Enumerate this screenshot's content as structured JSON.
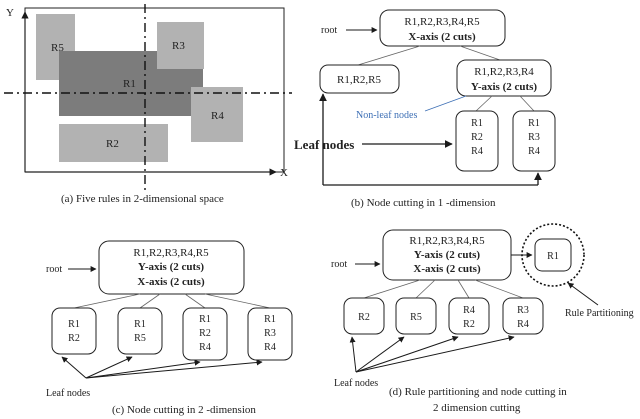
{
  "panel_a": {
    "axis_y": "Y",
    "axis_x": "X",
    "rules": [
      "R5",
      "R3",
      "R1",
      "R4",
      "R2"
    ],
    "caption": "(a) Five rules in  2-dimensional space"
  },
  "panel_b": {
    "root_label": "root",
    "root_rules": "R1,R2,R3,R4,R5",
    "root_cut": "X-axis (2 cuts)",
    "left_node": "R1,R2,R5",
    "right_rules": "R1,R2,R3,R4",
    "right_cut": "Y-axis (2 cuts)",
    "nonleaf_label": "Non-leaf nodes",
    "leaf_label": "Leaf nodes",
    "leaf1": [
      "R1",
      "R2",
      "R4"
    ],
    "leaf2": [
      "R1",
      "R3",
      "R4"
    ],
    "caption": "(b) Node cutting in 1 -dimension"
  },
  "panel_c": {
    "root_label": "root",
    "root_rules": "R1,R2,R3,R4,R5",
    "cut1": "Y-axis (2 cuts)",
    "cut2": "X-axis (2 cuts)",
    "leaves": [
      [
        "R1",
        "R2"
      ],
      [
        "R1",
        "R5"
      ],
      [
        "R1",
        "R2",
        "R4"
      ],
      [
        "R1",
        "R3",
        "R4"
      ]
    ],
    "leaf_label": "Leaf nodes",
    "caption": "(c) Node cutting in 2 -dimension"
  },
  "panel_d": {
    "root_label": "root",
    "root_rules": "R1,R2,R3,R4,R5",
    "cut1": "Y-axis (2 cuts)",
    "cut2": "X-axis (2 cuts)",
    "partition_node": "R1",
    "partition_label": "Rule Partitioning",
    "leaves": [
      [
        "R2"
      ],
      [
        "R5"
      ],
      [
        "R4",
        "R2"
      ],
      [
        "R3",
        "R4"
      ]
    ],
    "leaf_label": "Leaf nodes",
    "caption_line1": "(d) Rule partitioning and node cutting in",
    "caption_line2": "2 dimension cutting"
  },
  "colors": {
    "rule_light": "#b2b2b2",
    "rule_dark": "#7c7c7c",
    "line": "#1a1a1a",
    "nonleaf_text": "#3d6fb5"
  }
}
